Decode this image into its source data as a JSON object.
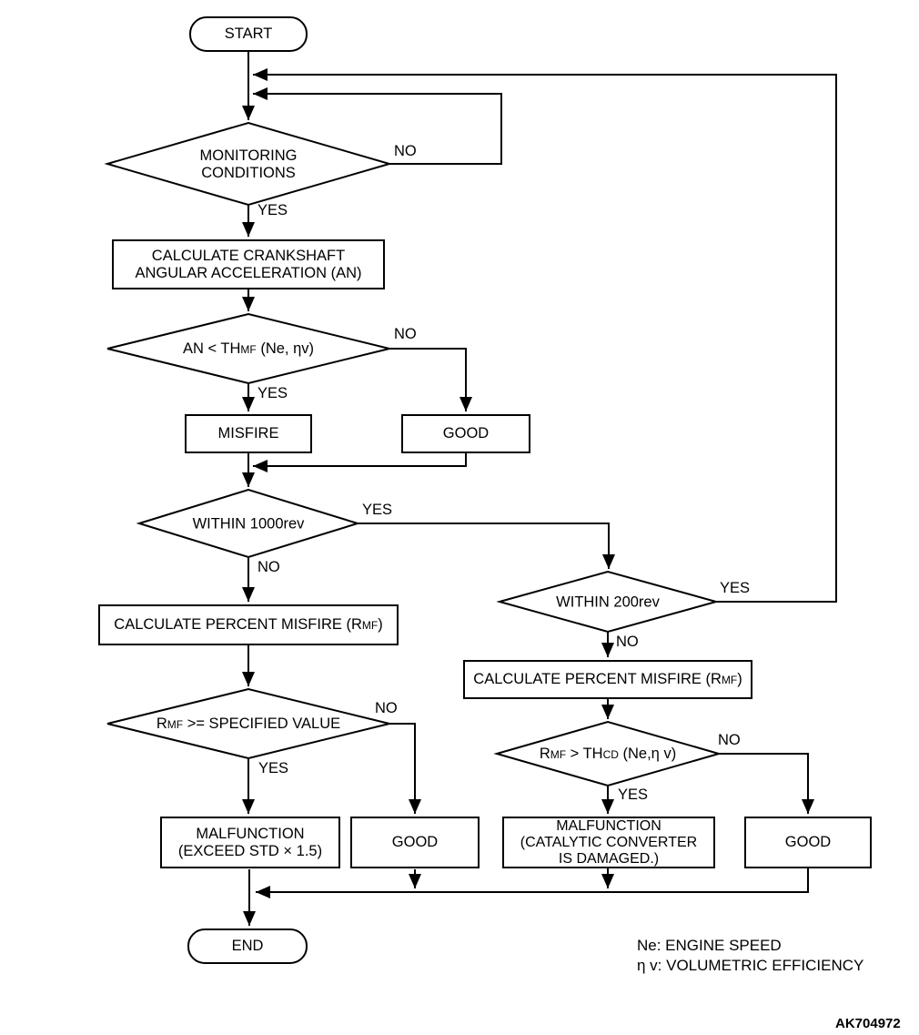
{
  "nodes": {
    "start": {
      "label": "START"
    },
    "monitoring_conditions": {
      "line1": "MONITORING",
      "line2": "CONDITIONS"
    },
    "calc_crankshaft": {
      "line1": "CALCULATE CRANKSHAFT",
      "line2": "ANGULAR ACCELERATION (AN)"
    },
    "an_threshold": {
      "pre": "AN < TH",
      "sub": "MF",
      "post": " (Ne, ηv)"
    },
    "misfire": {
      "label": "MISFIRE"
    },
    "good_top": {
      "label": "GOOD"
    },
    "within_1000rev": {
      "label": "WITHIN 1000rev"
    },
    "calc_percent_misfire_left": {
      "pre": "CALCULATE PERCENT MISFIRE (R",
      "sub": "MF",
      "post": ")"
    },
    "rmf_specified": {
      "pre": "R",
      "sub": "MF",
      "post": " >= SPECIFIED VALUE"
    },
    "malfunction_exceed": {
      "line1": "MALFUNCTION",
      "line2": "(EXCEED STD × 1.5)"
    },
    "good_bottom_left": {
      "label": "GOOD"
    },
    "within_200rev": {
      "label": "WITHIN 200rev"
    },
    "calc_percent_misfire_right": {
      "pre": "CALCULATE PERCENT MISFIRE (R",
      "sub": "MF",
      "post": ")"
    },
    "rmf_thcd": {
      "pre": "R",
      "sub1": "MF",
      "mid": " > TH",
      "sub2": "CD",
      "post": " (Ne,η v)"
    },
    "malfunction_catalytic": {
      "line1": "MALFUNCTION",
      "line2": "(CATALYTIC CONVERTER",
      "line3": "IS DAMAGED.)"
    },
    "good_bottom_right": {
      "label": "GOOD"
    },
    "end": {
      "label": "END"
    }
  },
  "branch_labels": {
    "monitoring_no": "NO",
    "monitoring_yes": "YES",
    "an_no": "NO",
    "an_yes": "YES",
    "w1000_yes": "YES",
    "w1000_no": "NO",
    "rmf_spec_no": "NO",
    "rmf_spec_yes": "YES",
    "w200_yes": "YES",
    "w200_no": "NO",
    "rmf_thcd_no": "NO",
    "rmf_thcd_yes": "YES"
  },
  "legend": {
    "line1": "Ne: ENGINE SPEED",
    "line2": "η v: VOLUMETRIC EFFICIENCY"
  },
  "figure_code": "AK704972",
  "colors": {
    "line": "#000000",
    "text": "#000000",
    "background": "#ffffff"
  }
}
